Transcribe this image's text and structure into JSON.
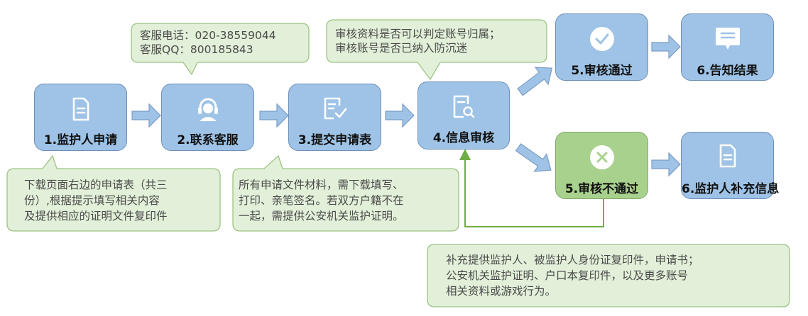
{
  "colors": {
    "node_blue": "#9ec3e6",
    "node_green": "#a9d18e",
    "note_fill": "#e2f0d9",
    "note_border": "#9bc482",
    "arrow_fill": "#9ec3e6",
    "arrow_stroke": "#7c9cc4",
    "connector": "#70ad47"
  },
  "nodes": [
    {
      "id": "apply",
      "label": "1.监护人申请",
      "icon": "document-icon"
    },
    {
      "id": "contact",
      "label": "2.联系客服",
      "icon": "headset-icon"
    },
    {
      "id": "submit",
      "label": "3.提交申请表",
      "icon": "checklist-icon"
    },
    {
      "id": "review",
      "label": "4.信息审核",
      "icon": "search-document-icon"
    },
    {
      "id": "pass",
      "label": "5.审核通过",
      "icon": "check-circle-icon"
    },
    {
      "id": "notify",
      "label": "6.告知结果",
      "icon": "message-icon"
    },
    {
      "id": "fail",
      "label": "5.审核不通过",
      "icon": "x-circle-icon"
    },
    {
      "id": "supplement",
      "label": "6.监护人补充信息",
      "icon": "document-icon"
    }
  ],
  "notes": {
    "service": [
      "客服电话：020-38559044",
      "客服QQ：800185843"
    ],
    "review": [
      "审核资料是否可以判定账号归属；",
      "审核账号是否已纳入防沉迷"
    ],
    "apply": [
      "下载页面右边的申请表（共三",
      "份）,根据提示填写相关内容",
      "及提供相应的证明文件复印件"
    ],
    "submit": [
      "所有申请文件材料，需下载填写、",
      "打印、亲笔签名。若双方户籍不在",
      "一起，需提供公安机关监护证明。"
    ],
    "supplement": [
      "补充提供监护人、被监护人身份证复印件，申请书；",
      "公安机关监护证明、户口本复印件，以及更多账号",
      "相关资料或游戏行为。"
    ]
  }
}
